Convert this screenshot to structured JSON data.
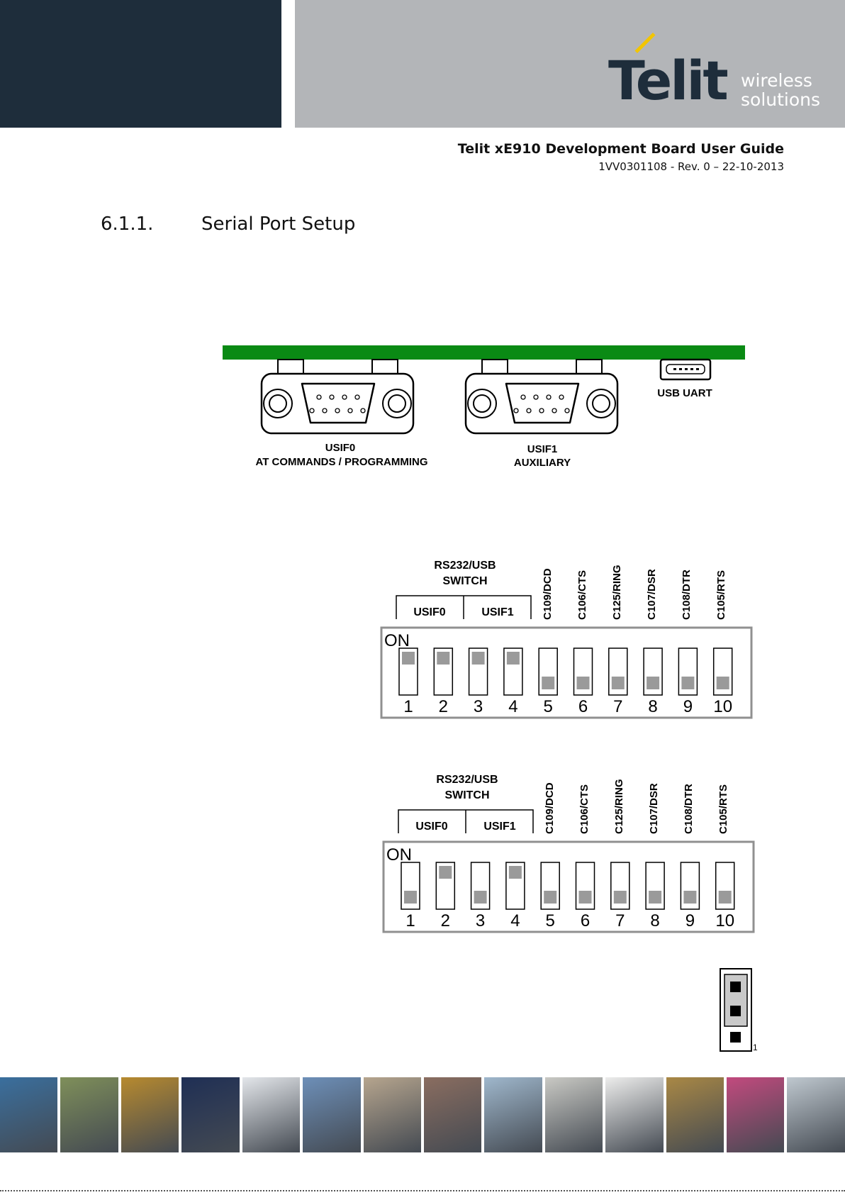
{
  "header": {
    "logo_text": "Telit",
    "logo_tagline_1": "wireless",
    "logo_tagline_2": "solutions",
    "doc_title": "Telit xE910 Development Board User Guide",
    "doc_rev": "1VV0301108 - Rev. 0 – 22-10-2013"
  },
  "section": {
    "number": "6.1.1.",
    "title": "Serial Port Setup"
  },
  "connectors": {
    "usif0_label": "USIF0",
    "usif0_sub": "AT COMMANDS / PROGRAMMING",
    "usif1_label": "USIF1",
    "usif1_sub": "AUXILIARY",
    "usb_label": "USB UART"
  },
  "switch_panels": [
    {
      "title_1": "RS232/USB",
      "title_2": "SWITCH",
      "group_1": "USIF0",
      "group_2": "USIF1",
      "on_label": "ON",
      "signals": [
        "C109/DCD",
        "C106/CTS",
        "C125/RING",
        "C107/DSR",
        "C108/DTR",
        "C105/RTS"
      ],
      "switch_numbers": [
        "1",
        "2",
        "3",
        "4",
        "5",
        "6",
        "7",
        "8",
        "9",
        "10"
      ],
      "switch_on": [
        true,
        true,
        true,
        true,
        false,
        false,
        false,
        false,
        false,
        false
      ]
    },
    {
      "title_1": "RS232/USB",
      "title_2": "SWITCH",
      "group_1": "USIF0",
      "group_2": "USIF1",
      "on_label": "ON",
      "signals": [
        "C109/DCD",
        "C106/CTS",
        "C125/RING",
        "C107/DSR",
        "C108/DTR",
        "C105/RTS"
      ],
      "switch_numbers": [
        "1",
        "2",
        "3",
        "4",
        "5",
        "6",
        "7",
        "8",
        "9",
        "10"
      ],
      "switch_on": [
        false,
        true,
        false,
        true,
        false,
        false,
        false,
        false,
        false,
        false
      ]
    }
  ],
  "jumper": {
    "pin_label": "1"
  },
  "footer_tiles": [
    {
      "color": "#3a6f9e"
    },
    {
      "color": "#7f8f5a"
    },
    {
      "color": "#b78a2f"
    },
    {
      "color": "#1f2f55"
    },
    {
      "color": "#e3e6ea"
    },
    {
      "color": "#6d8fb8"
    },
    {
      "color": "#b6a58e"
    },
    {
      "color": "#8a6d60"
    },
    {
      "color": "#9fb7cc"
    },
    {
      "color": "#c9c9c4"
    },
    {
      "color": "#ededec"
    },
    {
      "color": "#a98845"
    },
    {
      "color": "#c24a7e"
    },
    {
      "color": "#bfc8cf"
    }
  ]
}
